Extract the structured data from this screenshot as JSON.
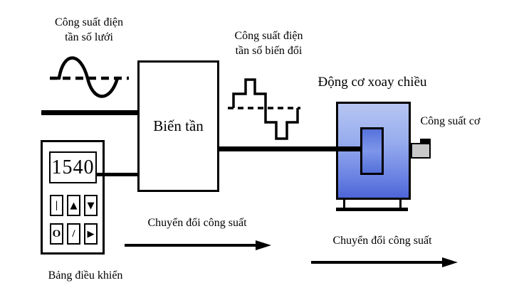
{
  "labels": {
    "grid_power_1": "Công suất điện",
    "grid_power_2": "tần số lưới",
    "converted_power_1": "Công suất điện",
    "converted_power_2": "tần số biến đổi",
    "inverter": "Biến tần",
    "motor_title": "Động cơ xoay chiều",
    "mech_power": "Công suất cơ",
    "panel_label": "Bảng điều khiển",
    "conversion_left": "Chuyển đổi công suất",
    "conversion_right": "Chuyển đổi công suất"
  },
  "control_panel": {
    "display_value": "1540",
    "buttons": [
      "|",
      "▲",
      "▼",
      "O",
      "/",
      "▶"
    ]
  },
  "colors": {
    "line_black": "#000000",
    "motor_body_top": "#b6c5f2",
    "motor_body_bottom": "#4c65d6",
    "motor_rotor_blue": "#5673dc",
    "shaft_gray": "#c9c9c9",
    "background": "#ffffff"
  }
}
